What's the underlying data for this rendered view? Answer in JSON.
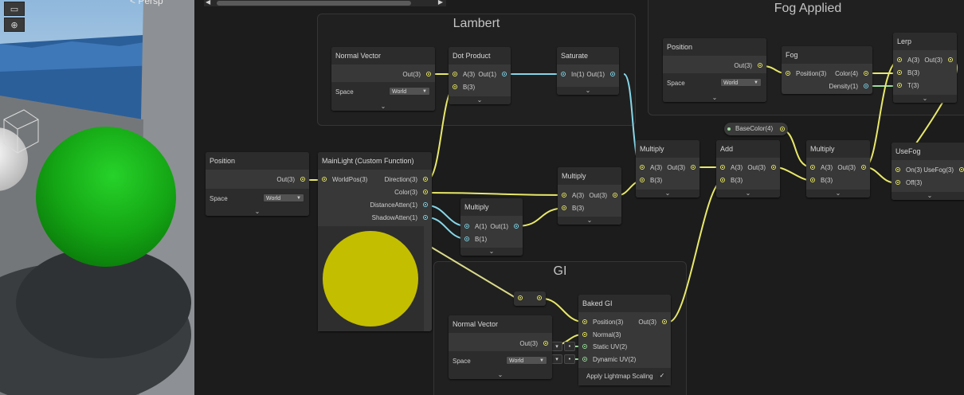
{
  "scene": {
    "perspective_label": "< Persp"
  },
  "toolbar_icons": [
    "rect-tool-icon",
    "transform-tool-icon"
  ],
  "groups": {
    "lambert": "Lambert",
    "fog": "Fog Applied",
    "gi": "GI"
  },
  "nodes": {
    "position_left": {
      "title": "Position",
      "out": "Out(3)",
      "space_label": "Space",
      "space_value": "World"
    },
    "normal_vector_top": {
      "title": "Normal Vector",
      "out": "Out(3)",
      "space_label": "Space",
      "space_value": "World"
    },
    "dot_product": {
      "title": "Dot Product",
      "in_a": "A(3)",
      "in_b": "B(3)",
      "out": "Out(1)"
    },
    "saturate": {
      "title": "Saturate",
      "in": "In(1)",
      "out": "Out(1)"
    },
    "main_light": {
      "title": "MainLight (Custom Function)",
      "in": "WorldPos(3)",
      "out_direction": "Direction(3)",
      "out_color": "Color(3)",
      "out_distance": "DistanceAtten(1)",
      "out_shadow": "ShadowAtten(1)"
    },
    "multiply_a": {
      "title": "Multiply",
      "in_a": "A(1)",
      "in_b": "B(1)",
      "out": "Out(1)"
    },
    "multiply_b": {
      "title": "Multiply",
      "in_a": "A(3)",
      "in_b": "B(3)",
      "out": "Out(3)"
    },
    "multiply_c": {
      "title": "Multiply",
      "in_a": "A(3)",
      "in_b": "B(3)",
      "out": "Out(3)"
    },
    "add": {
      "title": "Add",
      "in_a": "A(3)",
      "in_b": "B(3)",
      "out": "Out(3)"
    },
    "base_color": {
      "label": "BaseColor(4)"
    },
    "multiply_d": {
      "title": "Multiply",
      "in_a": "A(3)",
      "in_b": "B(3)",
      "out": "Out(3)"
    },
    "position_fog": {
      "title": "Position",
      "out": "Out(3)",
      "space_label": "Space",
      "space_value": "World"
    },
    "fog": {
      "title": "Fog",
      "in": "Position(3)",
      "out_color": "Color(4)",
      "out_density": "Density(1)"
    },
    "lerp": {
      "title": "Lerp",
      "in_a": "A(3)",
      "in_b": "B(3)",
      "in_t": "T(3)",
      "out": "Out(3)"
    },
    "use_fog": {
      "title": "UseFog",
      "in_on": "On(3)",
      "in_off": "Off(3)",
      "out": "UseFog(3)"
    },
    "baked_gi": {
      "title": "Baked GI",
      "in_position": "Position(3)",
      "in_normal": "Normal(3)",
      "in_static": "Static UV(2)",
      "in_dynamic": "Dynamic UV(2)",
      "out": "Out(3)",
      "option_label": "Apply Lightmap Scaling",
      "option_checked": "✓"
    },
    "normal_vector_gi": {
      "title": "Normal Vector",
      "out": "Out(3)",
      "space_label": "Space",
      "space_value": "World"
    }
  },
  "colors": {
    "vector_port": "#e8e86a",
    "float_port": "#86d6e8",
    "uv_port": "#9edb9e",
    "preview_yellow": "#c4be00",
    "sphere_green": "#19a619"
  }
}
